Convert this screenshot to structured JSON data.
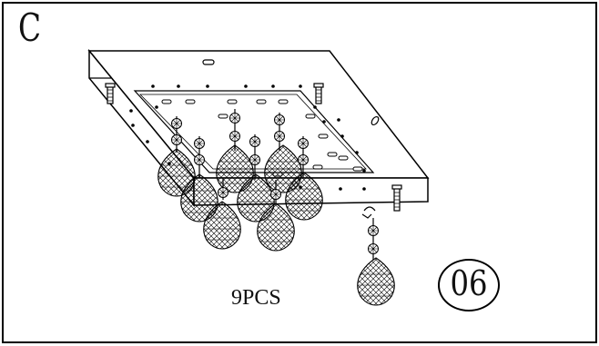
{
  "diagram": {
    "panel_letter": "C",
    "quantity_label": "9PCS",
    "step_number": "06",
    "line_color": "#000000",
    "background_color": "#ffffff"
  }
}
